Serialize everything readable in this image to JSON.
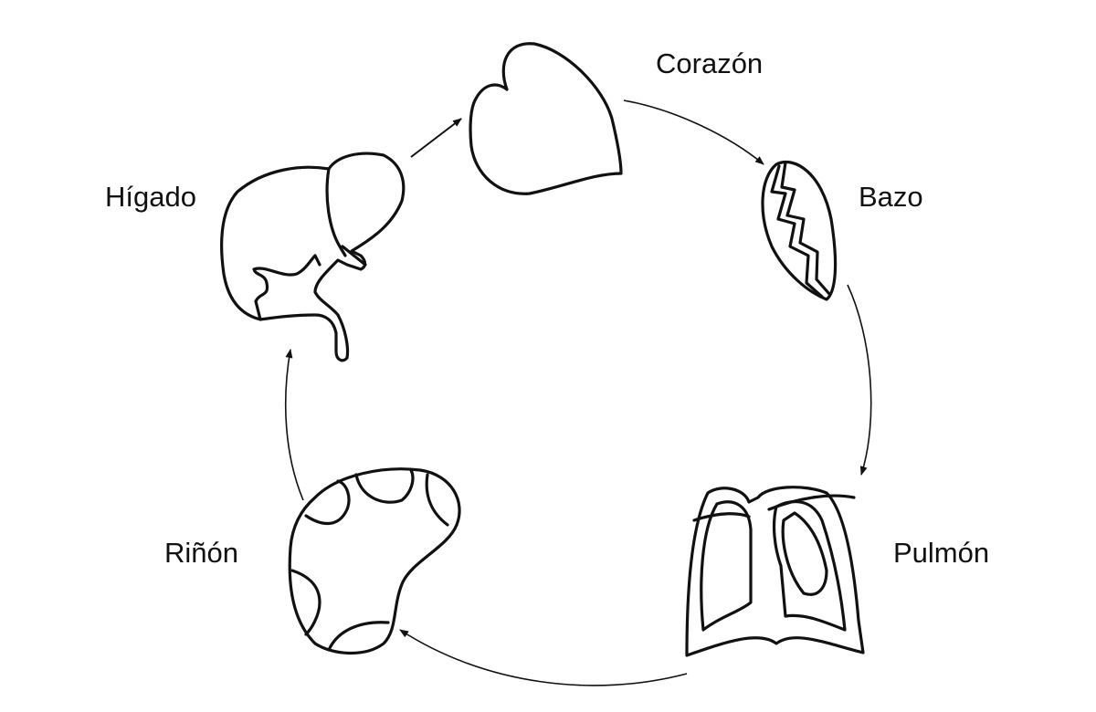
{
  "title": "Organ cycle diagram",
  "labels": {
    "heart": "Corazón",
    "spleen": "Bazo",
    "lung": "Pulmón",
    "kidney": "Riñón",
    "liver": "Hígado"
  },
  "cycle_order": [
    "Hígado",
    "Corazón",
    "Bazo",
    "Pulmón",
    "Riñón"
  ]
}
